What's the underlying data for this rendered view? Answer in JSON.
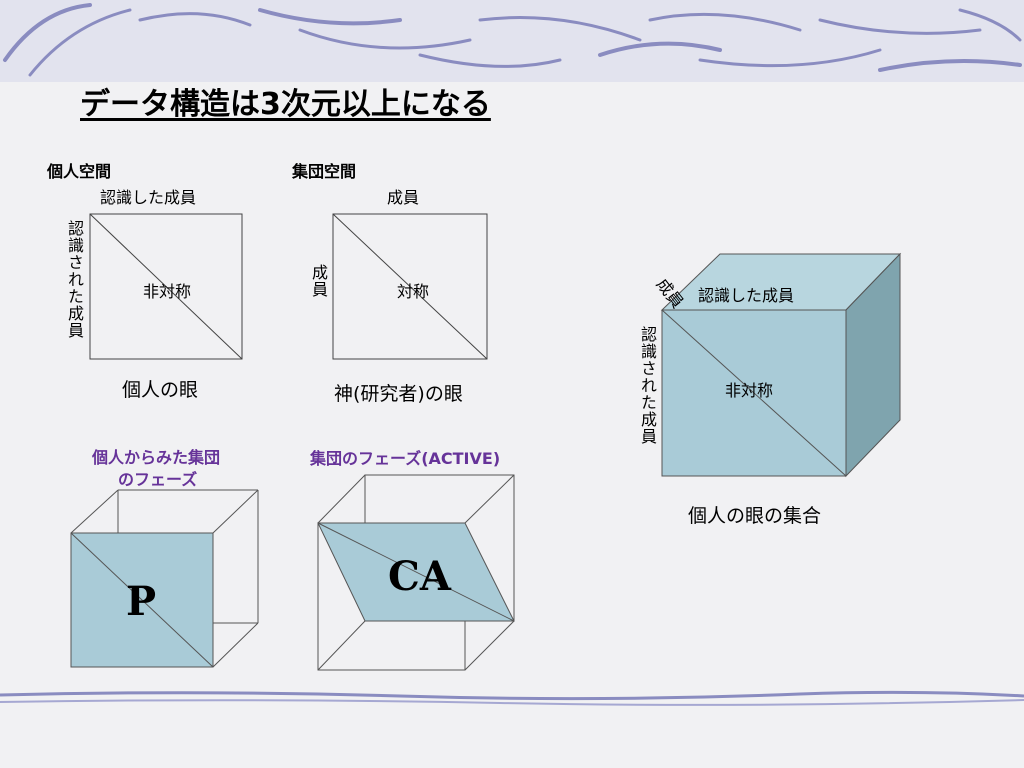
{
  "slide": {
    "title": "データ構造は3次元以上になる"
  },
  "panels": {
    "personal": {
      "heading": "個人空間",
      "top_label": "認識した成員",
      "side_label": "認識された成員",
      "center_label": "非対称",
      "caption": "個人の眼"
    },
    "group": {
      "heading": "集団空間",
      "top_label": "成員",
      "side_label": "成員",
      "center_label": "対称",
      "caption": "神(研究者)の眼"
    },
    "cube": {
      "depth_label": "成員",
      "top_label": "認識した成員",
      "side_label": "認識された成員",
      "center_label": "非対称",
      "caption": "個人の眼の集合"
    },
    "phase_p": {
      "heading_line1": "個人からみた集団",
      "heading_line2": "のフェーズ",
      "letter": "P"
    },
    "phase_ca": {
      "heading": "集団のフェーズ(ACTIVE)",
      "letter": "CA"
    }
  },
  "colors": {
    "cube_front": "#a9cbd7",
    "cube_top": "#b8d6df",
    "cube_side": "#7fa4ae",
    "heading_purple": "#663399",
    "wave": "#8a8cc0"
  }
}
